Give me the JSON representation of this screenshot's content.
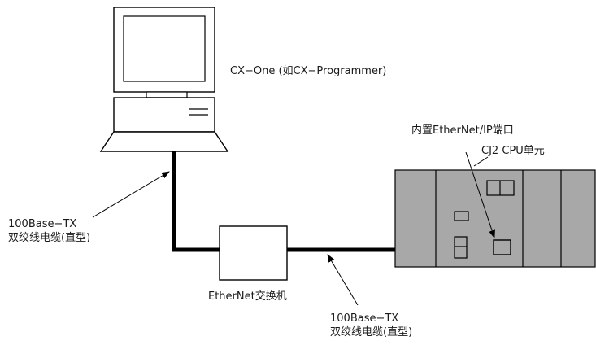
{
  "labels": {
    "software": "CX−One (如CX−Programmer)",
    "builtin_port": "内置EtherNet/IP端口",
    "cpu_unit": "CJ2 CPU单元",
    "cable_left_line1": "100Base−TX",
    "cable_left_line2": "双绞线电缆(直型)",
    "switch": "EtherNet交换机",
    "cable_bottom_line1": "100Base−TX",
    "cable_bottom_line2": "双绞线电缆(直型)"
  },
  "colors": {
    "plc_fill": "#a8a8a8",
    "line": "#000000",
    "background": "#ffffff"
  }
}
